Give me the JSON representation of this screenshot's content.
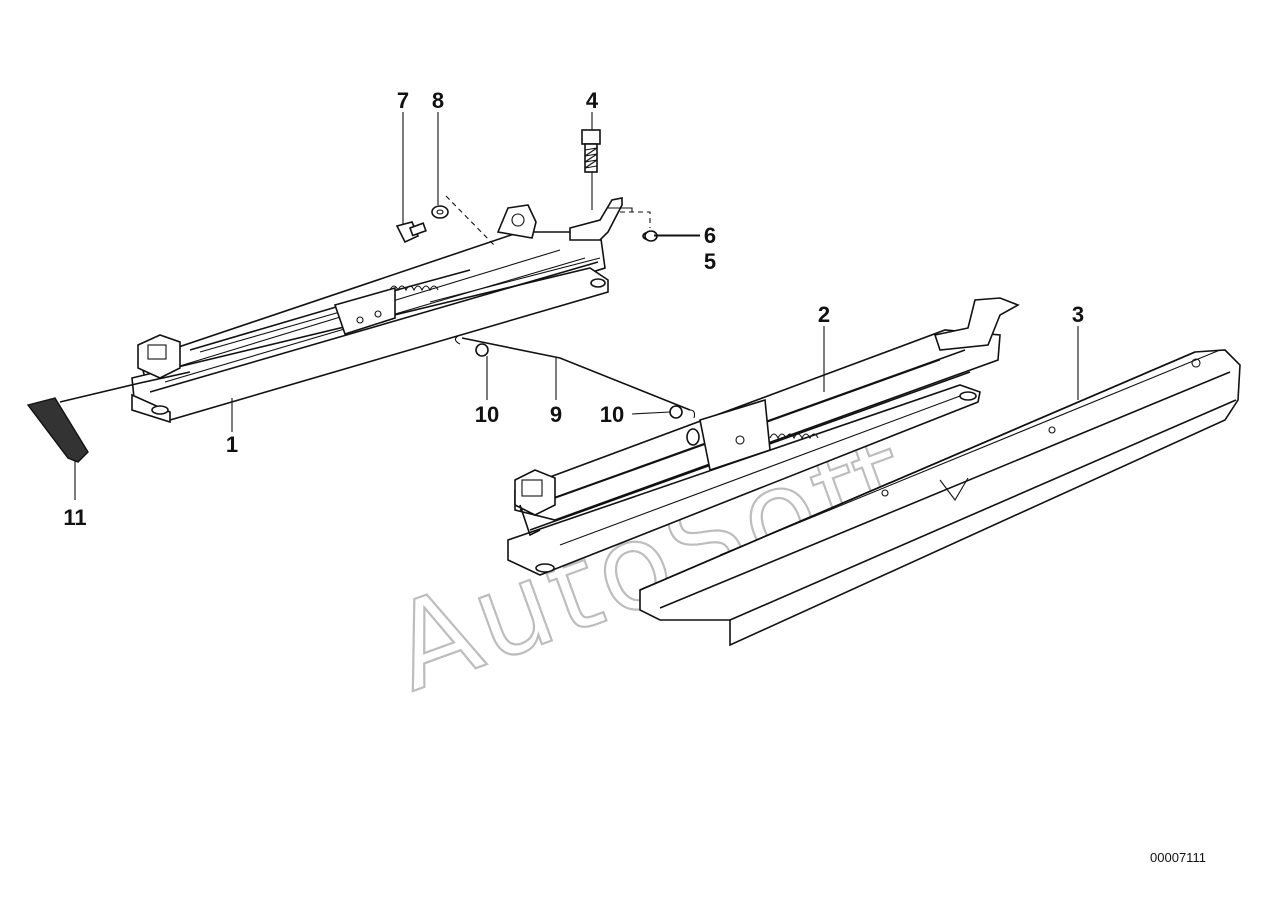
{
  "callouts": [
    {
      "id": "1",
      "label": "1"
    },
    {
      "id": "2",
      "label": "2"
    },
    {
      "id": "3",
      "label": "3"
    },
    {
      "id": "4",
      "label": "4"
    },
    {
      "id": "5",
      "label": "5"
    },
    {
      "id": "6",
      "label": "6"
    },
    {
      "id": "7",
      "label": "7"
    },
    {
      "id": "8",
      "label": "8"
    },
    {
      "id": "9",
      "label": "9"
    },
    {
      "id": "10a",
      "label": "10"
    },
    {
      "id": "10b",
      "label": "10"
    },
    {
      "id": "11",
      "label": "11"
    }
  ],
  "watermark": "AutoSoft",
  "diagram_ref": "00007111"
}
